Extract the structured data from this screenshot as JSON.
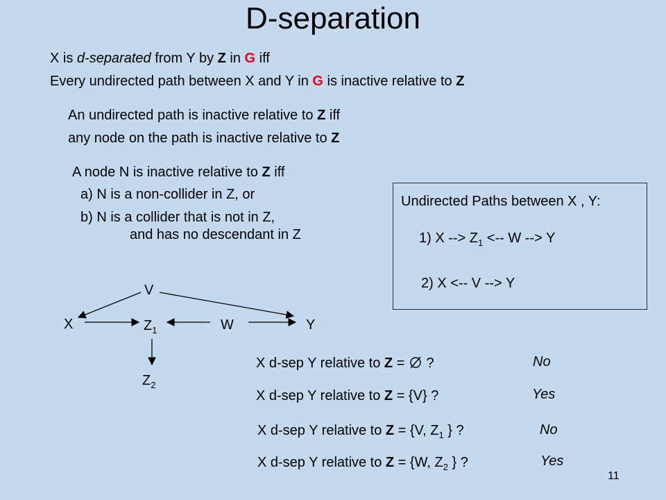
{
  "title": "D-separation",
  "definition": {
    "line1": {
      "a": "X is ",
      "b": "d-separated",
      "c": " from Y by ",
      "d": "Z",
      "e": " in ",
      "f": "G",
      "g": " iff"
    },
    "line2": {
      "a": "Every undirected path between X and Y in ",
      "b": "G",
      "c": " is inactive relative to ",
      "d": "Z"
    }
  },
  "path_rule": {
    "line1": {
      "a": "An undirected path is inactive relative to ",
      "b": "Z",
      "c": " iff"
    },
    "line2": {
      "a": "any node on the path is inactive relative to ",
      "b": "Z"
    }
  },
  "node_rule": {
    "line1": {
      "a": "A node N is inactive relative to ",
      "b": "Z",
      "c": " iff"
    },
    "line2": "a) N is a non-collider in Z, or",
    "line3": "b) N is a collider that is not in Z,",
    "line4": "and has no descendant in Z"
  },
  "paths_box": {
    "heading": "Undirected Paths between X , Y:",
    "path1": {
      "a": "1)  X --> Z",
      "sub": "1",
      "b": " <-- W --> Y"
    },
    "path2": "2)  X <-- V --> Y"
  },
  "graph": {
    "nodes": {
      "V": "V",
      "X": "X",
      "Z1": {
        "base": "Z",
        "sub": "1"
      },
      "W": "W",
      "Y": "Y",
      "Z2": {
        "base": "Z",
        "sub": "2"
      }
    },
    "edges": [
      {
        "from": "V",
        "to": "X"
      },
      {
        "from": "V",
        "to": "Y"
      },
      {
        "from": "X",
        "to": "Z1"
      },
      {
        "from": "W",
        "to": "Z1"
      },
      {
        "from": "W",
        "to": "Y"
      },
      {
        "from": "Z1",
        "to": "Z2"
      }
    ]
  },
  "questions": [
    {
      "a": "X d-sep Y relative to ",
      "b": "Z",
      "c": " = ",
      "d": "",
      "e": " ?",
      "answer": "No"
    },
    {
      "a": "X d-sep Y relative to ",
      "b": "Z",
      "c": " = {V} ?",
      "answer": "Yes"
    },
    {
      "a": "X d-sep Y relative to ",
      "b": "Z",
      "c": " = {V, Z",
      "sub": "1",
      "d": " } ?",
      "answer": "No"
    },
    {
      "a": "X d-sep Y relative to ",
      "b": "Z",
      "c": " =  {W, Z",
      "sub": "2",
      "d": " } ?",
      "answer": "Yes"
    }
  ],
  "page_number": "11"
}
